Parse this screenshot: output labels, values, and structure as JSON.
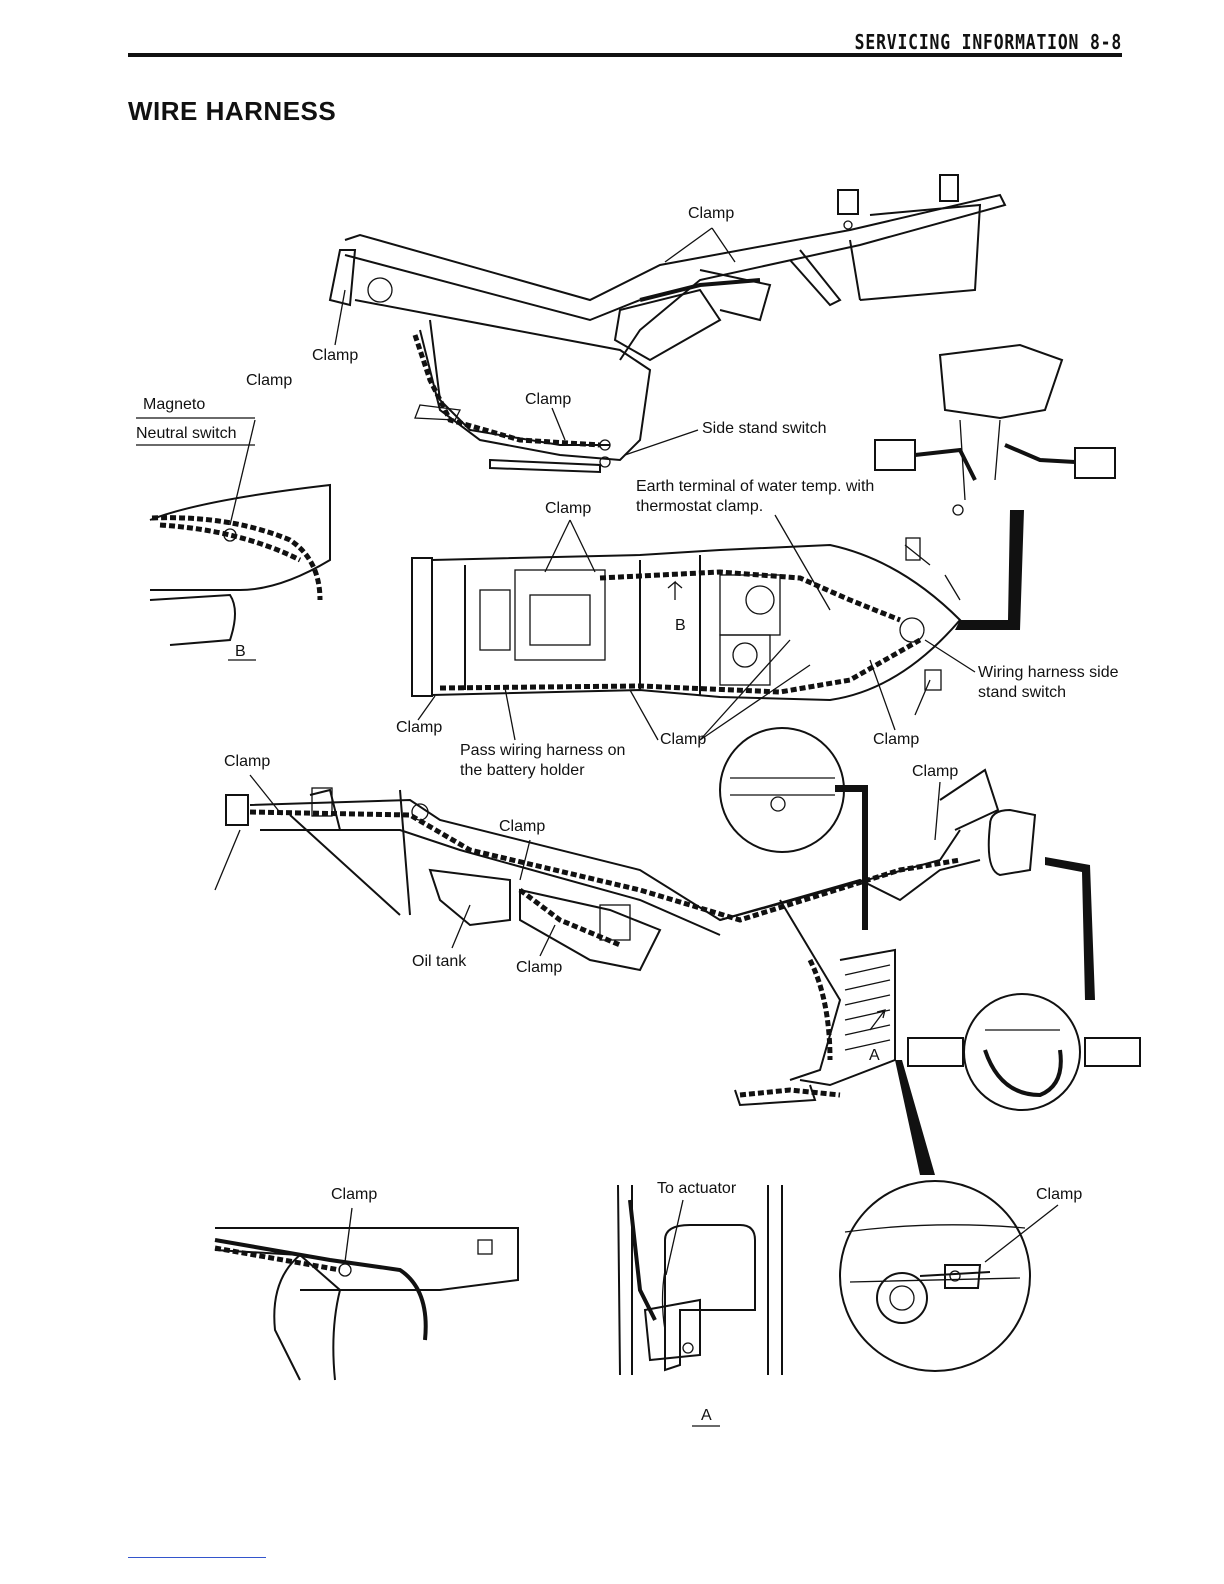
{
  "header": {
    "section": "SERVICING INFORMATION 8-8"
  },
  "page": {
    "title": "WIRE HARNESS"
  },
  "labels": {
    "clamp_top": "Clamp",
    "clamp_left_frame": "Clamp",
    "clamp_magneto": "Clamp",
    "magneto": "Magneto",
    "neutral_switch": "Neutral switch",
    "clamp_mid_frame": "Clamp",
    "side_stand_switch": "Side stand switch",
    "earth_terminal": "Earth terminal of water temp. with thermostat clamp.",
    "clamp_topview": "Clamp",
    "arrow_b_letter": "B",
    "detail_b": "B",
    "wiring_harness_side_stand": "Wiring harness side stand switch",
    "clamp_lower_left": "Clamp",
    "pass_wiring": "Pass wiring harness on the battery holder",
    "clamp_lower_center": "Clamp",
    "clamp_lower_right": "Clamp",
    "clamp_side_left": "Clamp",
    "clamp_side_mid": "Clamp",
    "clamp_head": "Clamp",
    "oil_tank": "Oil tank",
    "clamp_oil": "Clamp",
    "detail_a_arrow": "A",
    "clamp_bottom_left": "Clamp",
    "to_actuator": "To actuator",
    "detail_a": "A",
    "clamp_bottom_right": "Clamp"
  }
}
